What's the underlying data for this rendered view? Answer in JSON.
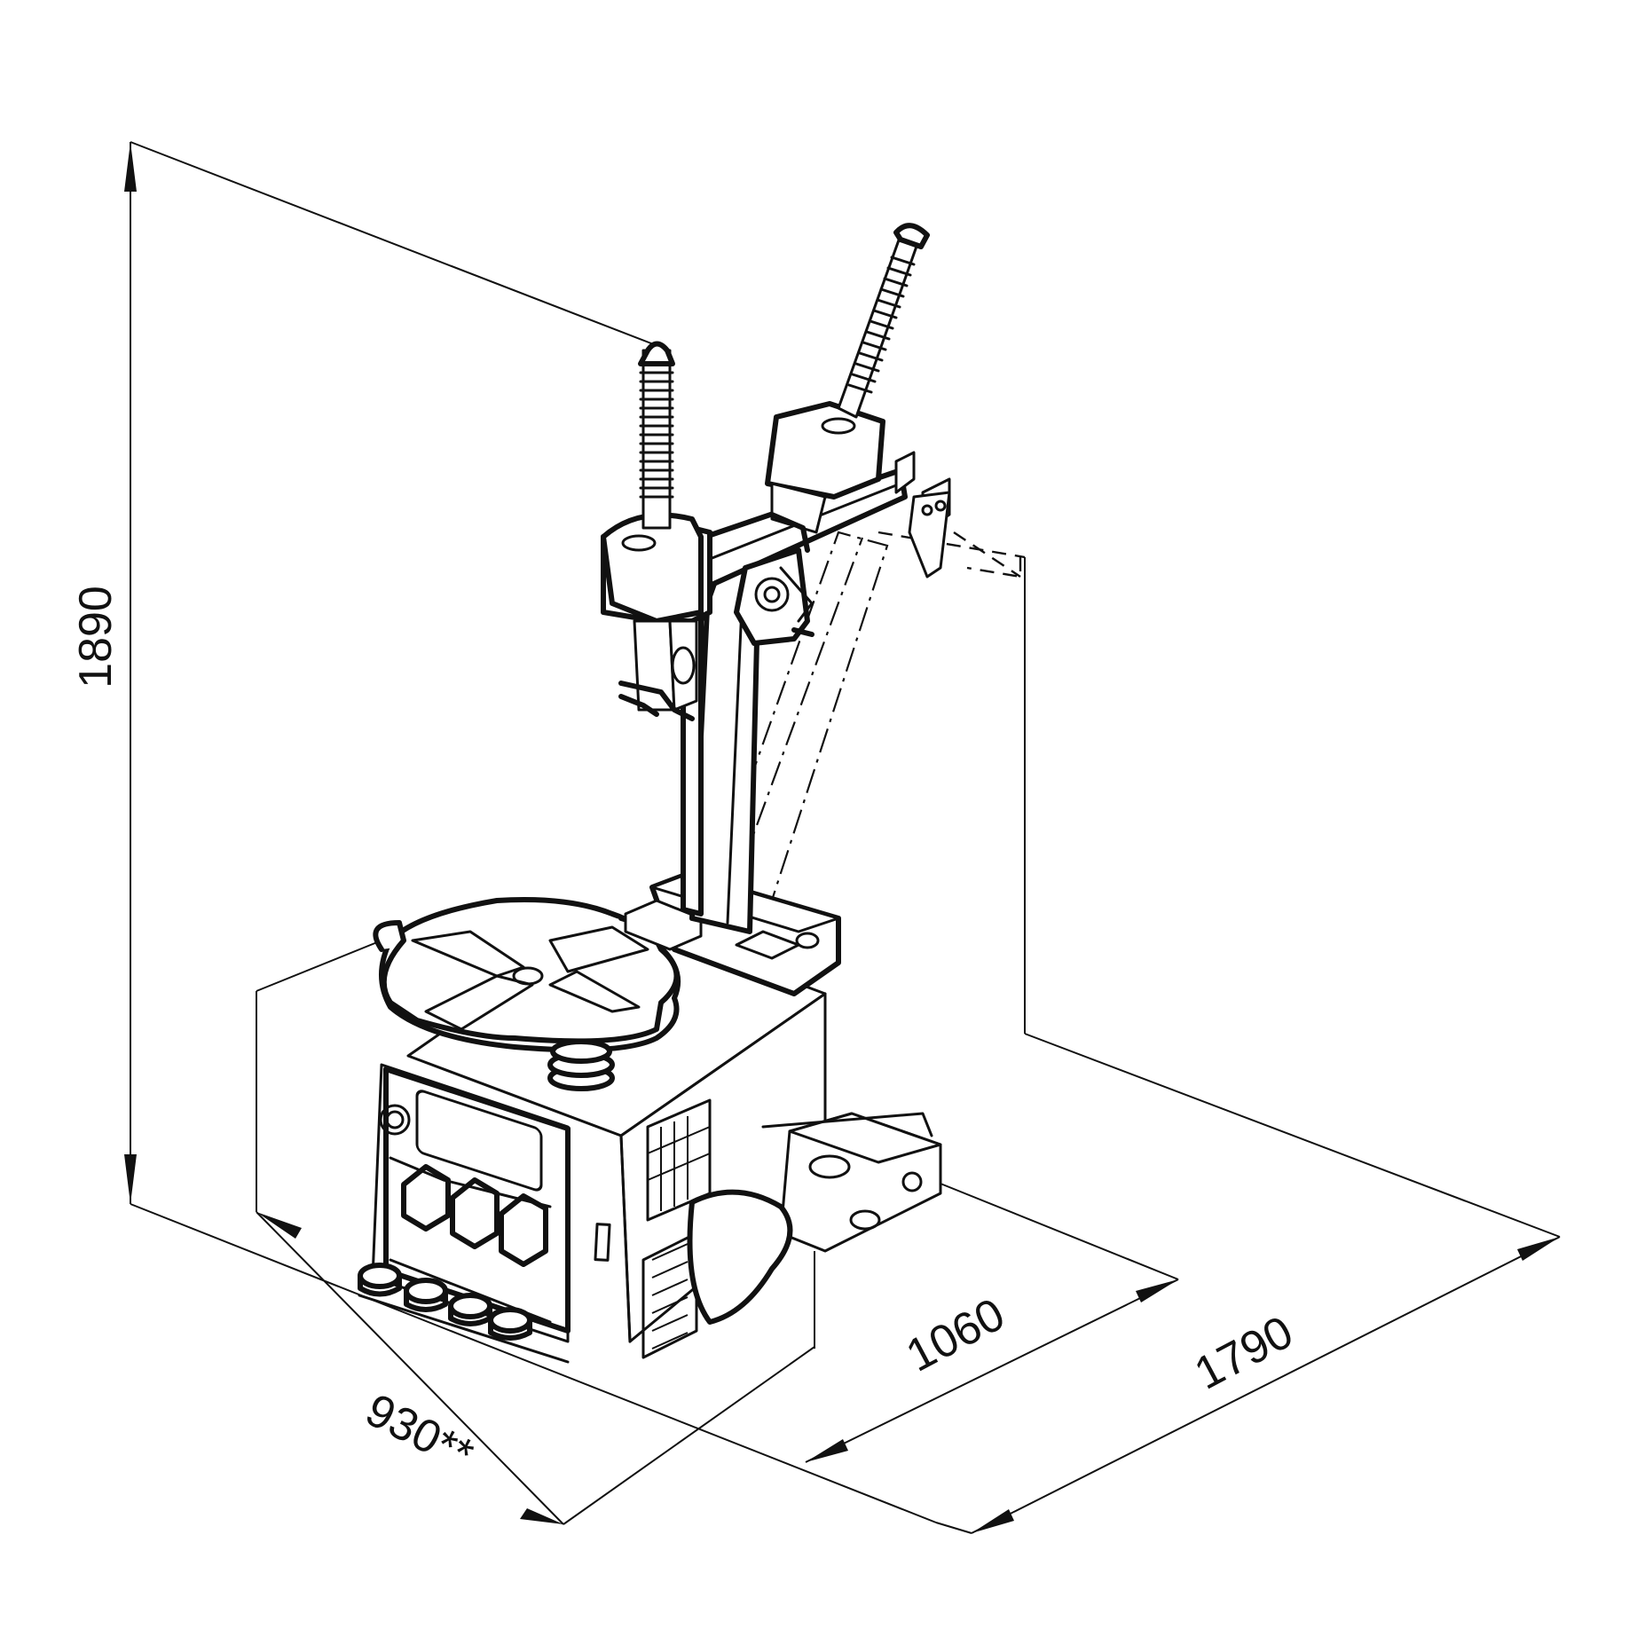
{
  "dimensions": {
    "height": "1890",
    "width": "930**",
    "depth": "1060",
    "depth_max": "1790"
  },
  "colors": {
    "ink": "#111111",
    "background": "#ffffff"
  }
}
